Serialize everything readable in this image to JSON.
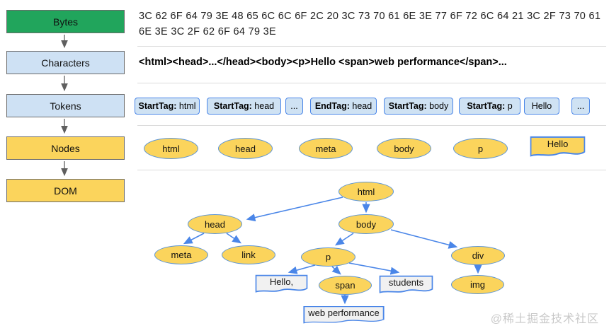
{
  "stages": [
    {
      "label": "Bytes"
    },
    {
      "label": "Characters"
    },
    {
      "label": "Tokens"
    },
    {
      "label": "Nodes"
    },
    {
      "label": "DOM"
    }
  ],
  "bytes_row": {
    "line1": "3C 62 6F 64 79 3E 48 65 6C 6C 6F 2C 20 3C 73 70 61 6E 3E 77 6F 72 6C 64 21 3C 2F 73 70 61",
    "line2": "6E 3E 3C 2F 62 6F 64 79 3E"
  },
  "characters_row": {
    "text": "<html><head>...</head><body><p>Hello <span>web performance</span>..."
  },
  "tokens": [
    {
      "bold": "StartTag:",
      "rest": " html"
    },
    {
      "bold": "StartTag:",
      "rest": " head"
    },
    {
      "bold": "",
      "rest": "..."
    },
    {
      "bold": "EndTag:",
      "rest": " head"
    },
    {
      "bold": "StartTag:",
      "rest": " body"
    },
    {
      "bold": "StartTag:",
      "rest": " p"
    },
    {
      "bold": "",
      "rest": "Hello"
    },
    {
      "bold": "",
      "rest": "..."
    }
  ],
  "nodes_row": {
    "items": [
      "html",
      "head",
      "meta",
      "body",
      "p"
    ],
    "doc": "Hello"
  },
  "tree": {
    "nodes": {
      "html": "html",
      "head": "head",
      "body": "body",
      "meta": "meta",
      "link": "link",
      "p": "p",
      "div": "div",
      "hello": "Hello,",
      "span": "span",
      "students": "students",
      "img": "img",
      "webperf": "web performance"
    }
  },
  "watermark": "@稀土掘金技术社区",
  "colors": {
    "stage_green": "#21A55C",
    "stage_light_blue": "#CEE1F4",
    "stage_yellow": "#FBD45C",
    "token_fill": "#CFE2F3",
    "token_border": "#4A86E8",
    "ellipse_fill": "#FBD45C",
    "ellipse_border": "#5B94D6",
    "doc_gray_fill": "#F1F1F1",
    "tree_arrow_blue": "#4A86E8",
    "pipeline_arrow_gray": "#5F5F5F",
    "separator_gray": "#DCDCDC",
    "watermark_gray": "#C9C9C9"
  }
}
